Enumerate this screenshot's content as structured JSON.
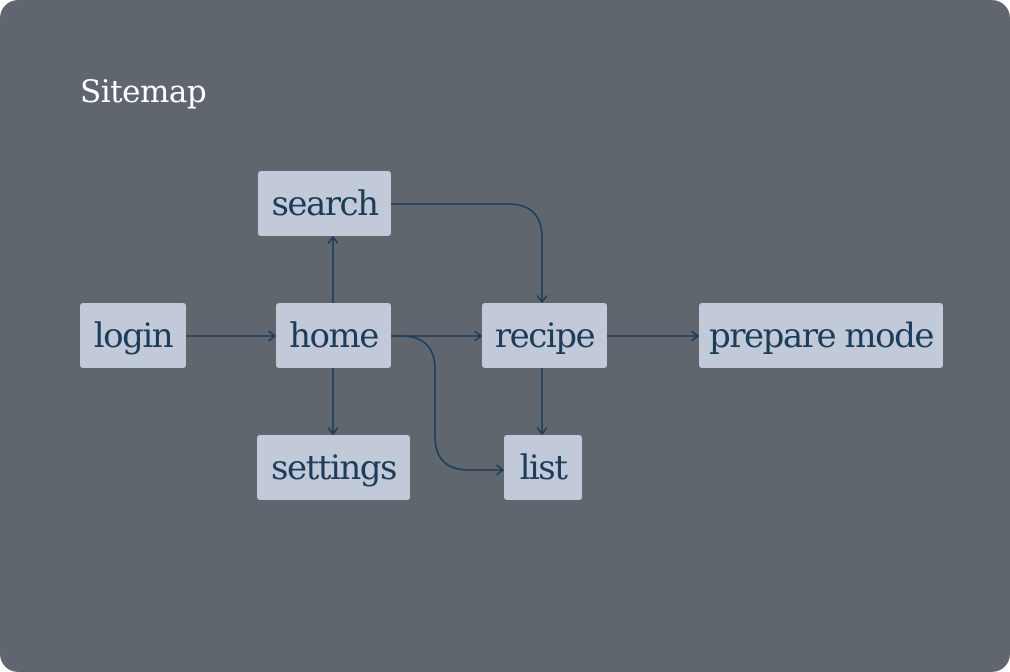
{
  "diagram": {
    "title": "Sitemap",
    "nodes": {
      "login": "login",
      "home": "home",
      "search": "search",
      "settings": "settings",
      "recipe": "recipe",
      "list": "list",
      "prepare_mode": "prepare mode"
    },
    "edges": [
      {
        "from": "login",
        "to": "home"
      },
      {
        "from": "home",
        "to": "search"
      },
      {
        "from": "home",
        "to": "settings"
      },
      {
        "from": "home",
        "to": "recipe"
      },
      {
        "from": "home",
        "to": "list"
      },
      {
        "from": "search",
        "to": "recipe"
      },
      {
        "from": "recipe",
        "to": "list"
      },
      {
        "from": "recipe",
        "to": "prepare_mode"
      }
    ]
  },
  "colors": {
    "background": "#60666e",
    "node_fill": "#c2c9d8",
    "node_text": "#1c3d5a",
    "edge": "#1c3d5a",
    "title_text": "#ffffff"
  }
}
